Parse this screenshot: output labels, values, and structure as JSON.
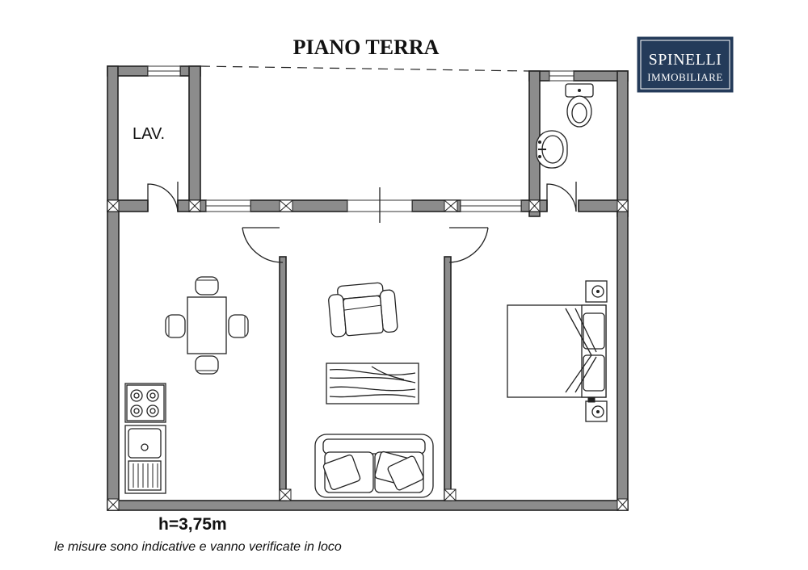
{
  "title": "PIANO TERRA",
  "logo": {
    "line1": "SPINELLI",
    "line2": "IMMOBILIARE",
    "bg_color": "#243b5a"
  },
  "rooms": {
    "laundry_label": "LAV."
  },
  "height_label": "h=3,75m",
  "disclaimer": "le misure sono indicative e vanno verificate in loco"
}
